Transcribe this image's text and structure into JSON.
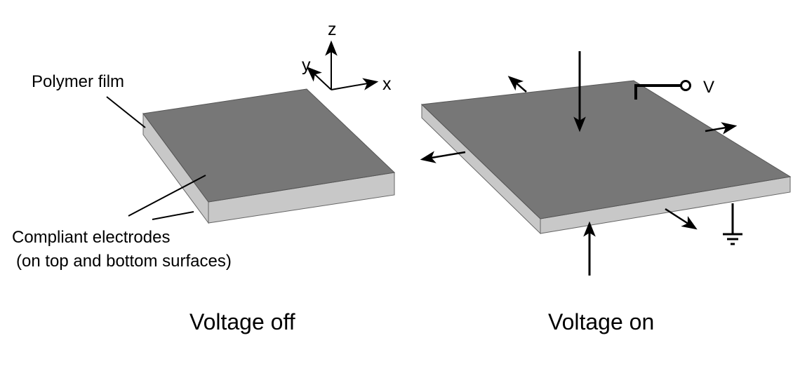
{
  "axes": {
    "z": "z",
    "y": "y",
    "x": "x"
  },
  "left_panel": {
    "film_label": "Polymer film",
    "electrode_label_line1": "Compliant electrodes",
    "electrode_label_line2": "(on top and bottom surfaces)",
    "caption": "Voltage off"
  },
  "right_panel": {
    "voltage_label": "V",
    "caption": "Voltage on"
  },
  "colors": {
    "top_surface": "#777777",
    "side_surface": "#c8c8c8",
    "ink": "#000000"
  }
}
